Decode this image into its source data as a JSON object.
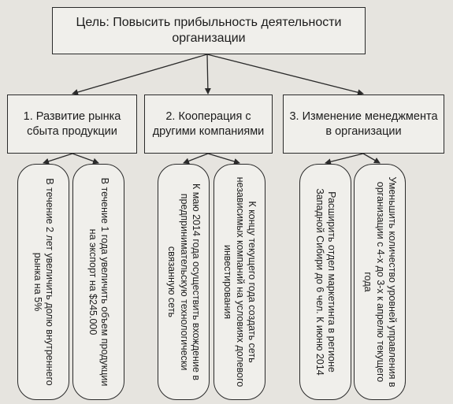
{
  "goal": "Цель: Повысить прибыльность деятельности организации",
  "directions": [
    "1. Развитие рынка сбыта продукции",
    "2. Кооперация с другими компаниями",
    "3. Изменение менеджмента в организации"
  ],
  "tasks": [
    "В течение 2 лет увеличить долю внутреннего рынка на 5%",
    "В течение 1 года увеличить объем продукции на экспорт на $245.000",
    "К маю 2014 года осуществить вхождение в предпринимательскую технологически связанную сеть",
    "К концу текущего года создать сеть независимых компаний на условиях долевого инвестирования",
    "Расширить отдел маркетинга в регионе Западной Сибири до 6 чел. К июню 2014",
    "Уменьшить количество уровней управления в организации с 4-х до 3-х к апрелю текущего года"
  ],
  "colors": {
    "line": "#2a2a2a",
    "box_fill": "#f0efeb",
    "background": "#e6e4df"
  }
}
